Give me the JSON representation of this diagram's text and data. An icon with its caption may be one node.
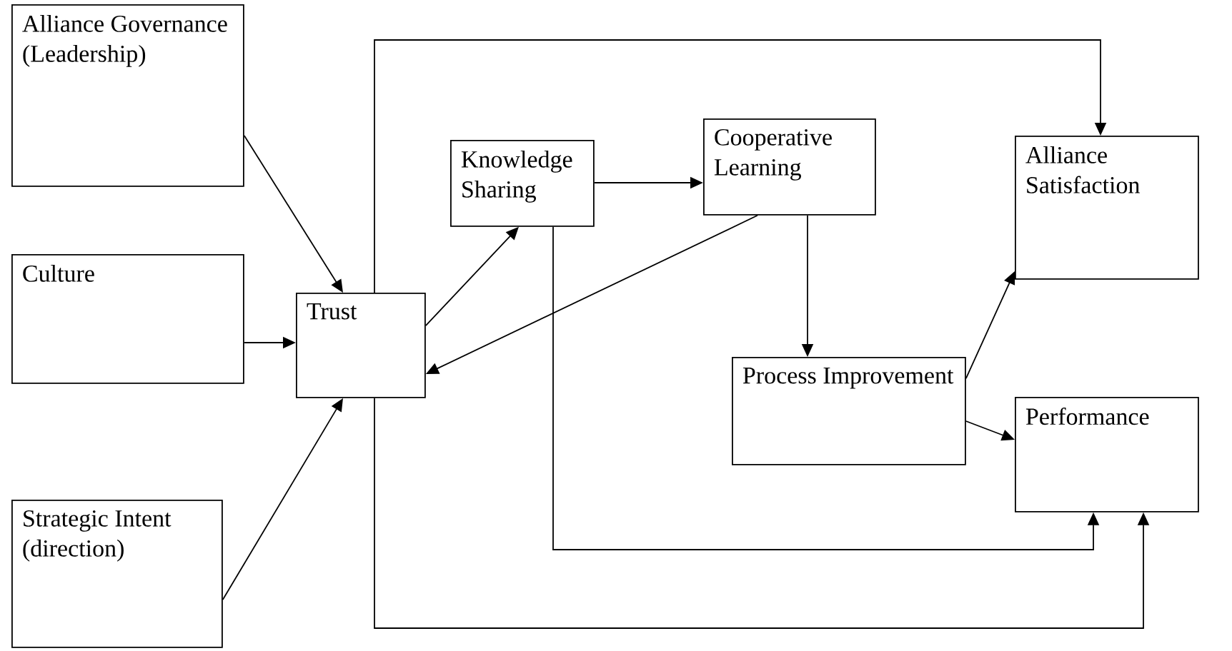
{
  "diagram": {
    "nodes": [
      {
        "text": [
          "Alliance Governance (Leadership)"
        ]
      },
      {
        "text": [
          "Culture"
        ]
      },
      {
        "text": [
          "Strategic Intent (direction)"
        ]
      },
      {
        "text": [
          "Trust"
        ]
      },
      {
        "text": [
          "Knowledge Sharing"
        ]
      },
      {
        "text": [
          "Cooperative Learning"
        ]
      },
      {
        "text": [
          "Process Improvement"
        ]
      },
      {
        "text": [
          "Alliance Satisfaction"
        ]
      },
      {
        "text": [
          "Performance"
        ]
      }
    ],
    "edges": [
      {
        "from": 0,
        "to": 3,
        "arrow": "to"
      },
      {
        "from": 1,
        "to": 3,
        "arrow": "to"
      },
      {
        "from": 2,
        "to": 3,
        "arrow": "to"
      },
      {
        "from": 3,
        "to": 4,
        "arrow": "to"
      },
      {
        "from": 4,
        "to": 5,
        "arrow": "to"
      },
      {
        "from": 5,
        "to": 3,
        "arrow": "to"
      },
      {
        "from": 5,
        "to": 6,
        "arrow": "to"
      },
      {
        "from": 6,
        "to": 7,
        "arrow": "to"
      },
      {
        "from": 6,
        "to": 8,
        "arrow": "to"
      },
      {
        "from": 3,
        "to": 7,
        "arrow": "to"
      },
      {
        "from": 4,
        "to": 8,
        "arrow": "to"
      },
      {
        "from": 3,
        "to": 8,
        "arrow": "to"
      }
    ]
  }
}
